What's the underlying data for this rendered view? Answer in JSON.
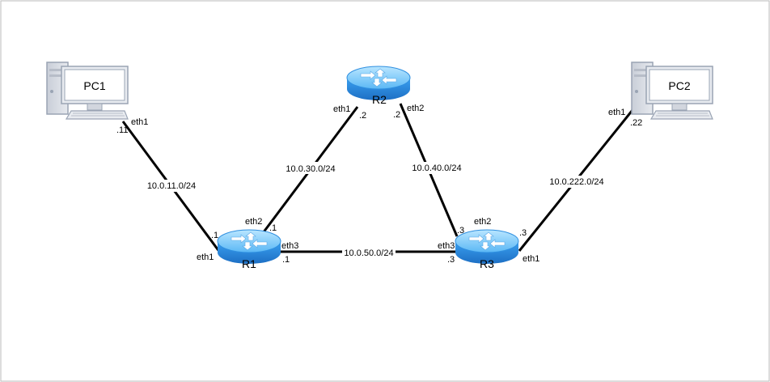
{
  "colors": {
    "router_top": "#8fd3ff",
    "router_side": "#2f8fe0",
    "pc_frame": "#9aa4b4",
    "pc_screen": "#ffffff",
    "link": "#000000",
    "border": "#bbbbbb"
  },
  "devices": {
    "pc1": {
      "name": "PC1",
      "icon": "desktop-computer-icon"
    },
    "pc2": {
      "name": "PC2",
      "icon": "desktop-computer-icon"
    },
    "r1": {
      "name": "R1",
      "icon": "router-icon"
    },
    "r2": {
      "name": "R2",
      "icon": "router-icon"
    },
    "r3": {
      "name": "R3",
      "icon": "router-icon"
    }
  },
  "networks": {
    "pc1_r1": "10.0.11.0/24",
    "r1_r2": "10.0.30.0/24",
    "r2_r3": "10.0.40.0/24",
    "r1_r3": "10.0.50.0/24",
    "r3_pc2": "10.0.222.0/24"
  },
  "interfaces": {
    "pc1_eth1": "eth1",
    "pc1_ip": ".11",
    "r1_eth1": "eth1",
    "r1_eth1_ip": ".1",
    "r1_eth2": "eth2",
    "r1_eth2_ip": ".1",
    "r1_eth3": "eth3",
    "r1_eth3_ip": ".1",
    "r2_eth1": "eth1",
    "r2_eth1_ip": ".2",
    "r2_eth2": "eth2",
    "r2_eth2_ip": ".2",
    "r3_eth2": "eth2",
    "r3_eth2_ip": ".3",
    "r3_eth3": "eth3",
    "r3_eth3_ip": ".3",
    "r3_eth1": "eth1",
    "r3_eth1_ip": ".3",
    "pc2_eth1": "eth1",
    "pc2_ip": ".22"
  }
}
